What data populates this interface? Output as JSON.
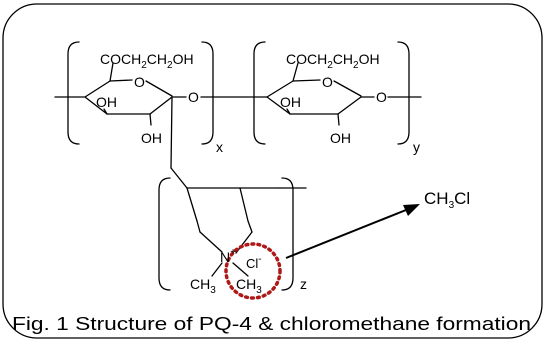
{
  "caption": "Fig. 1 Structure of PQ-4 & chloromethane formation",
  "unit_x": {
    "substituent": {
      "base": "COCH",
      "sub1": "2",
      "mid": "CH",
      "sub2": "2",
      "end": "OH"
    },
    "ring_oxygen": "O",
    "hydroxyl_left": "OH",
    "hydroxyl_bottom": "OH",
    "bridge_oxygen": "O",
    "subscript": "x"
  },
  "unit_y": {
    "substituent": {
      "base": "COCH",
      "sub1": "2",
      "mid": "CH",
      "sub2": "2",
      "end": "OH"
    },
    "ring_oxygen": "O",
    "hydroxyl_left": "OH",
    "hydroxyl_bottom": "OH",
    "end_oxygen": "O",
    "subscript": "y"
  },
  "unit_z": {
    "nitrogen": "N",
    "charge": "+",
    "methyl_left": {
      "base": "CH",
      "sub": "3"
    },
    "methyl_right": {
      "base": "CH",
      "sub": "3"
    },
    "counter_ion": "Cl",
    "counter_ion_charge": "-",
    "subscript": "z"
  },
  "product": {
    "base": "CH",
    "sub": "3",
    "end": "Cl"
  },
  "colors": {
    "line": "#000000",
    "highlight_circle": "#b01818",
    "frame": "#000000"
  }
}
